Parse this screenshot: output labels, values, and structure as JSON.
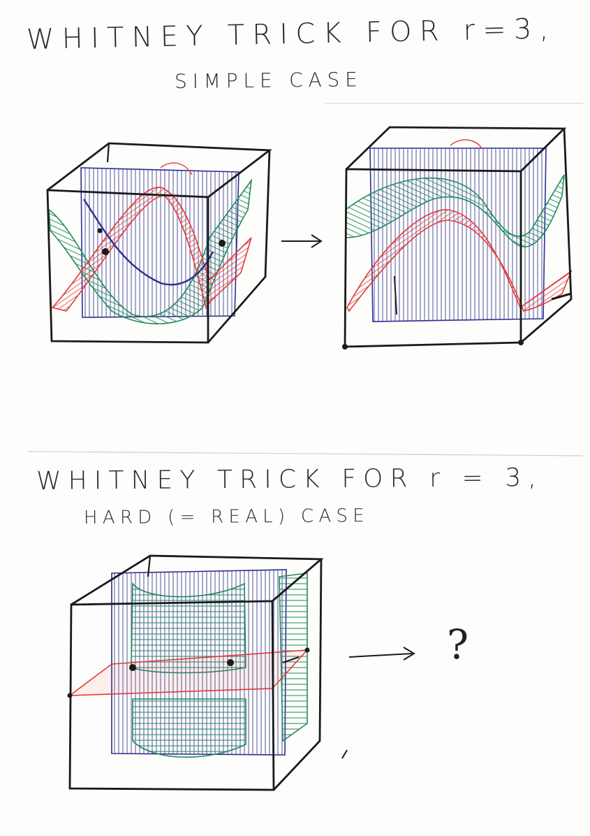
{
  "top_section": {
    "title_line1": "WHITNEY  TRICK  FOR  r=3,",
    "title_line2": "SIMPLE  CASE"
  },
  "bottom_section": {
    "title_line1": "WHITNEY  TRICK  FOR  r = 3,",
    "title_line2": "HARD (= REAL)  CASE",
    "result_symbol": "?"
  },
  "colors": {
    "ink": "#1a1a1a",
    "blue": "#2b2f8f",
    "green": "#1f8a5a",
    "red": "#e23a3a"
  }
}
